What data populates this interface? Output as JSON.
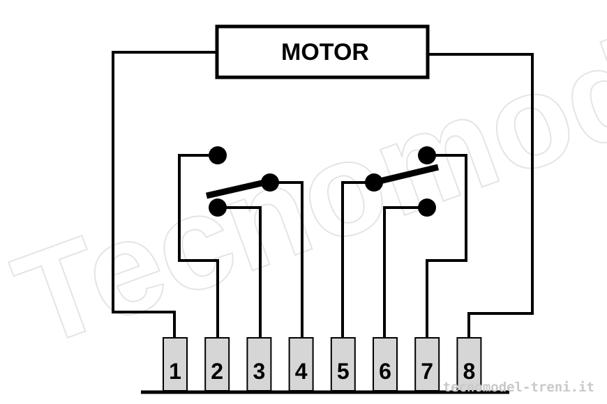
{
  "watermark": {
    "text": "Tecnomodel"
  },
  "motor": {
    "label": "MOTOR"
  },
  "terminals": [
    "1",
    "2",
    "3",
    "4",
    "5",
    "6",
    "7",
    "8"
  ],
  "credit": {
    "text": "tecnomodel-treni.it"
  }
}
